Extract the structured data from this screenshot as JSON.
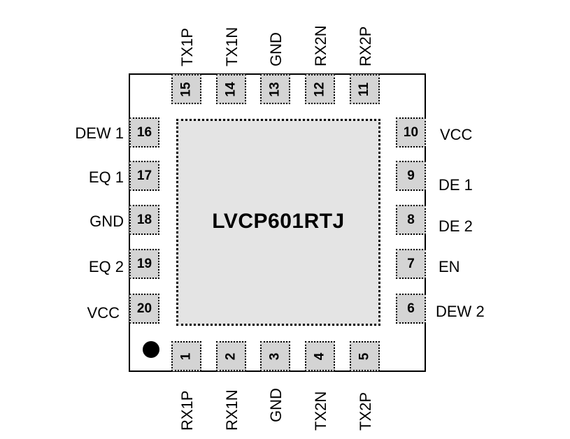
{
  "chip": {
    "name": "LVCP601RTJ"
  },
  "pins": {
    "top": [
      {
        "num": "15",
        "sig": "TX1P"
      },
      {
        "num": "14",
        "sig": "TX1N"
      },
      {
        "num": "13",
        "sig": "GND"
      },
      {
        "num": "12",
        "sig": "RX2N"
      },
      {
        "num": "11",
        "sig": "RX2P"
      }
    ],
    "bottom": [
      {
        "num": "1",
        "sig": "RX1P"
      },
      {
        "num": "2",
        "sig": "RX1N"
      },
      {
        "num": "3",
        "sig": "GND"
      },
      {
        "num": "4",
        "sig": "TX2N"
      },
      {
        "num": "5",
        "sig": "TX2P"
      }
    ],
    "left": [
      {
        "num": "16",
        "sig": "DEW 1"
      },
      {
        "num": "17",
        "sig": "EQ 1"
      },
      {
        "num": "18",
        "sig": "GND"
      },
      {
        "num": "19",
        "sig": "EQ 2"
      },
      {
        "num": "20",
        "sig": "VCC"
      }
    ],
    "right": [
      {
        "num": "10",
        "sig": "VCC"
      },
      {
        "num": "9",
        "sig": "DE 1"
      },
      {
        "num": "8",
        "sig": "DE 2"
      },
      {
        "num": "7",
        "sig": "EN"
      },
      {
        "num": "6",
        "sig": "DEW 2"
      }
    ]
  }
}
